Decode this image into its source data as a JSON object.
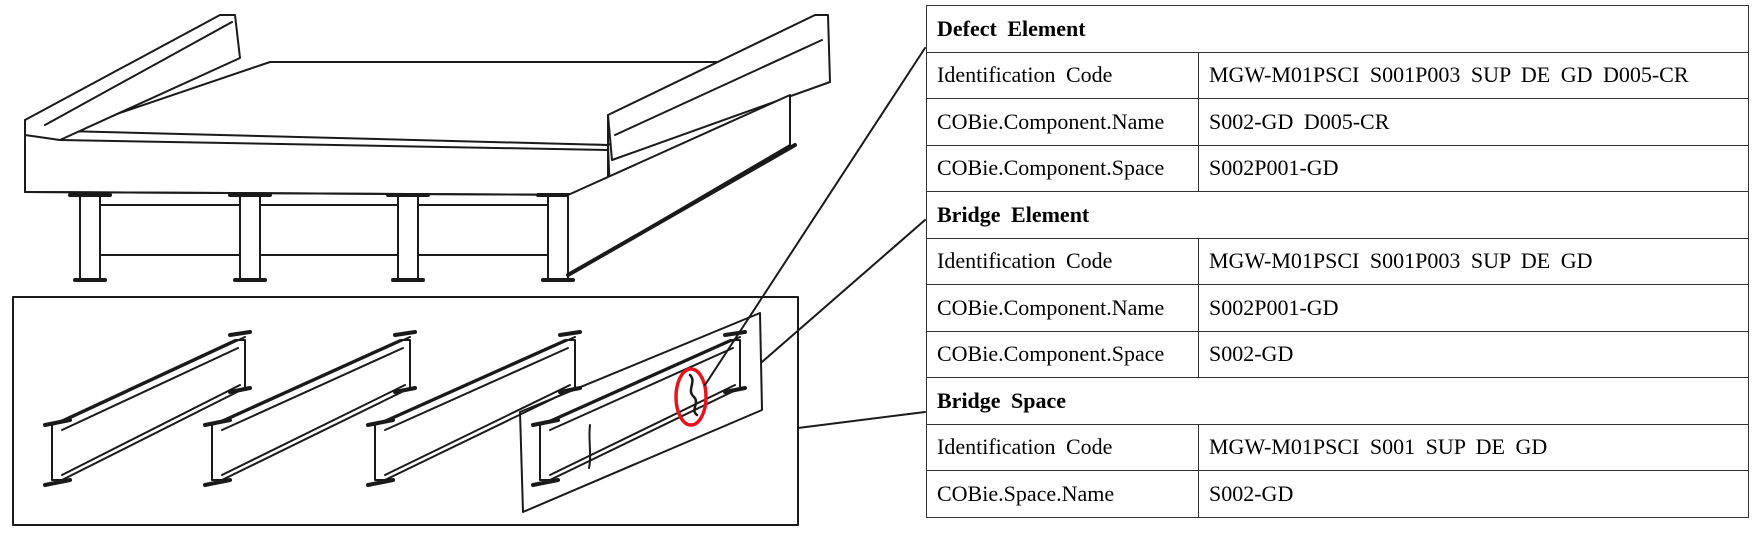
{
  "sections": [
    {
      "title": "Defect Element",
      "rows": [
        {
          "label": "Identification Code",
          "value": "MGW-M01PSCI S001P003 SUP DE GD D005-CR"
        },
        {
          "label": "COBie.Component.Name",
          "value": "S002-GD D005-CR"
        },
        {
          "label": "COBie.Component.Space",
          "value": "S002P001-GD"
        }
      ]
    },
    {
      "title": "Bridge Element",
      "rows": [
        {
          "label": "Identification Code",
          "value": "MGW-M01PSCI S001P003 SUP DE GD"
        },
        {
          "label": "COBie.Component.Name",
          "value": "S002P001-GD"
        },
        {
          "label": "COBie.Component.Space",
          "value": "S002-GD"
        }
      ]
    },
    {
      "title": "Bridge Space",
      "rows": [
        {
          "label": "Identification Code",
          "value": "MGW-M01PSCI S001 SUP DE GD"
        },
        {
          "label": "COBie.Space.Name",
          "value": "S002-GD"
        }
      ]
    }
  ],
  "colors": {
    "callout": "#e8141b",
    "line_art": "#1a1a1a",
    "table_border": "#333333"
  },
  "icons": [
    "bridge-deck-drawing",
    "steel-girders-drawing",
    "crack-defect-mark"
  ]
}
